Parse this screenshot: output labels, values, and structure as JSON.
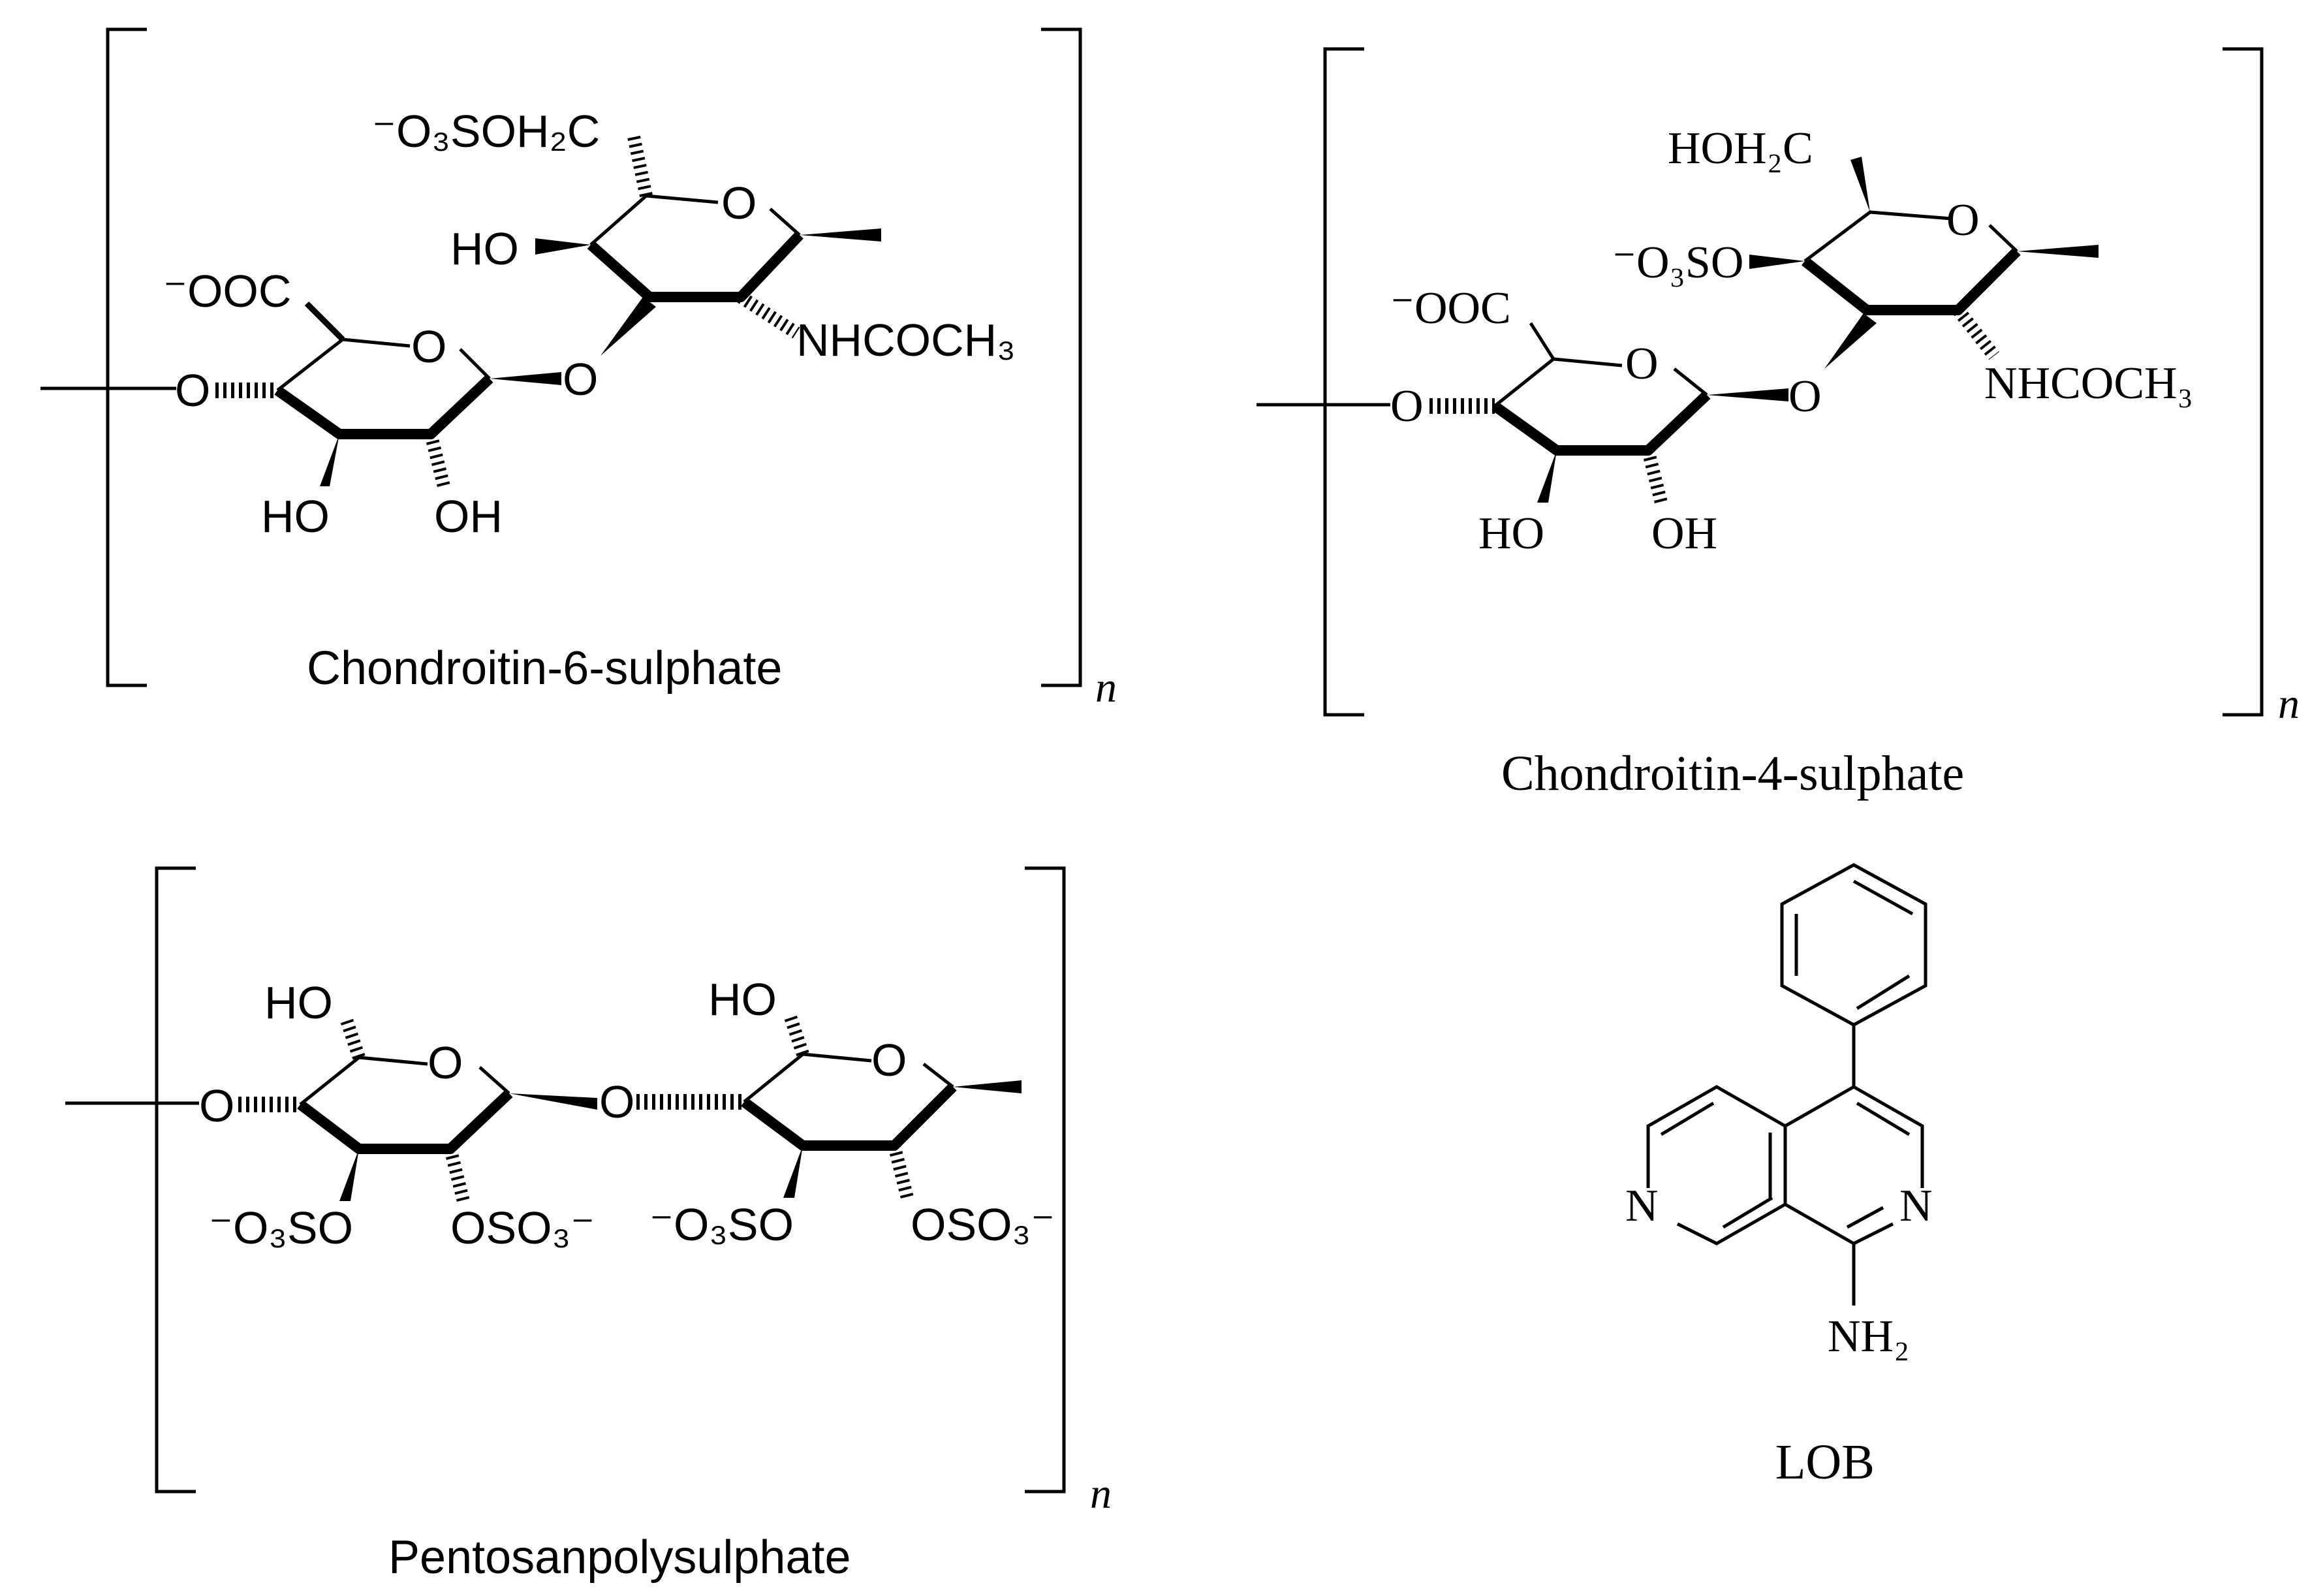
{
  "structures": {
    "c6s": {
      "caption": "Chondroitin-6-sulphate",
      "repeat_index": "n",
      "labels": {
        "ch2_group": "⁻O₃SOH₂C",
        "ring_oxygen_a": "O",
        "ring_oxygen_b": "O",
        "hydroxyl_c4": "HO",
        "carboxylate": "⁻OOC",
        "glycosidic_oxygen": "O",
        "chain_oxygen": "O",
        "acetamido": "NHCOCH₃",
        "hydroxyl_c3": "HO",
        "hydroxyl_c2": "OH"
      }
    },
    "c4s": {
      "caption": "Chondroitin-4-sulphate",
      "repeat_index": "n",
      "labels": {
        "ch2_group": "HOH₂C",
        "ring_oxygen_a": "O",
        "ring_oxygen_b": "O",
        "sulfate_ester": "⁻O₃SO",
        "carboxylate": "⁻OOC",
        "glycosidic_oxygen": "O",
        "chain_oxygen": "O",
        "acetamido": "NHCOCH₃",
        "hydroxyl_c3": "HO",
        "hydroxyl_c2": "OH"
      }
    },
    "pps": {
      "caption": "Pentosanpolysulphate",
      "repeat_index": "n",
      "labels": {
        "hydroxyl_a": "HO",
        "ring_oxygen_a": "O",
        "hydroxyl_b": "HO",
        "ring_oxygen_b": "O",
        "chain_oxygen": "O",
        "glycosidic_oxygen": "O",
        "sulfate_a1": "⁻O₃SO",
        "sulfate_a2": "OSO₃⁻",
        "sulfate_b1": "⁻O₃SO",
        "sulfate_b2": "OSO₃⁻"
      }
    },
    "lob": {
      "caption": "LOB",
      "labels": {
        "nitrogen_left": "N",
        "nitrogen_right": "N",
        "amine": "NH₂"
      }
    }
  },
  "colors": {
    "ink": "#000000",
    "background": "#ffffff"
  }
}
